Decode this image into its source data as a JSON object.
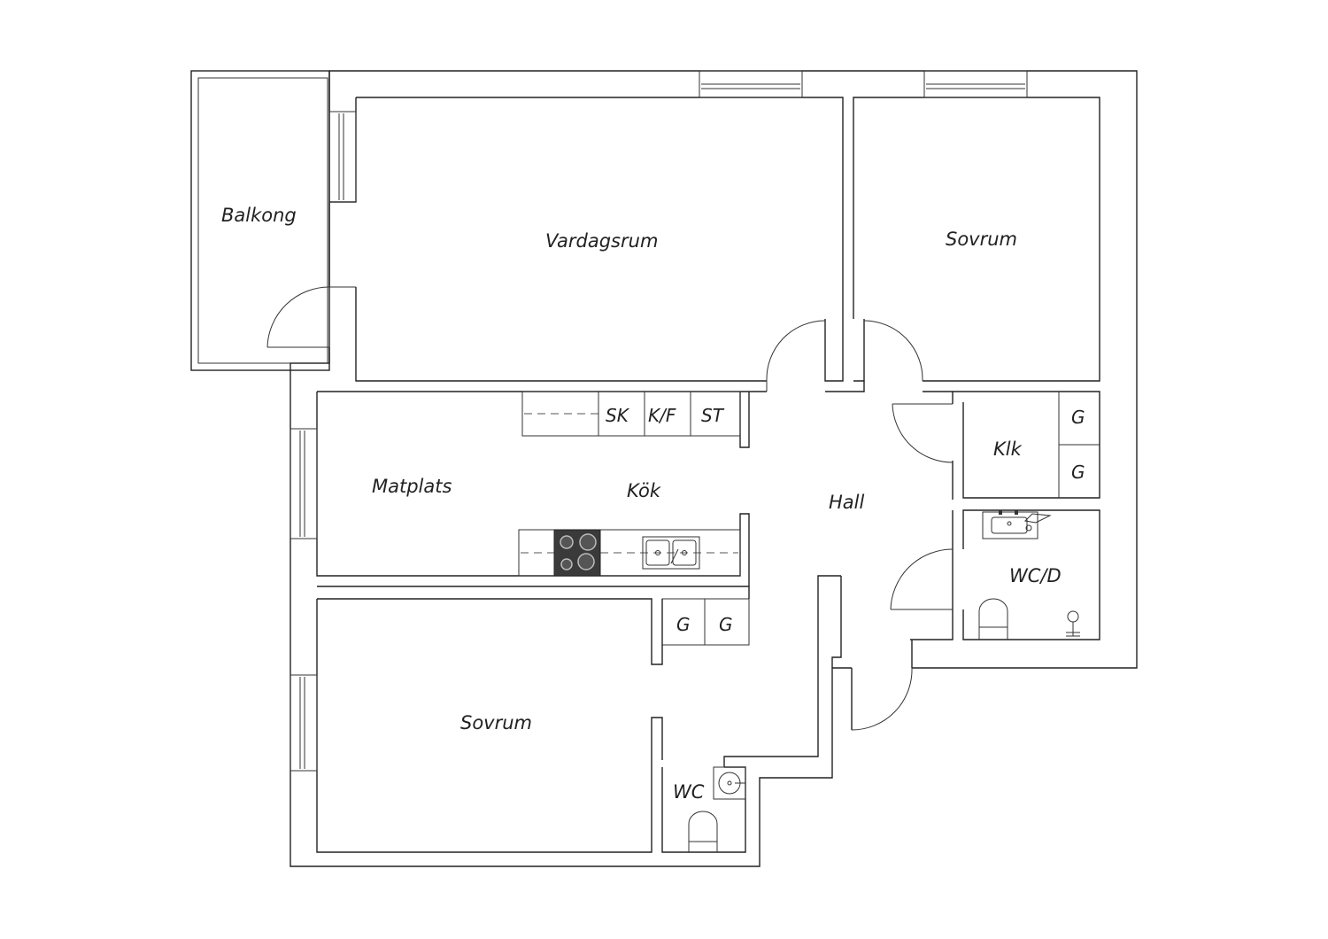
{
  "floorplan": {
    "rooms": {
      "balkong": "Balkong",
      "vardagsrum": "Vardagsrum",
      "sovrum_top": "Sovrum",
      "matplats": "Matplats",
      "kok": "Kök",
      "hall": "Hall",
      "klk": "Klk",
      "wcd": "WC/D",
      "sovrum_bottom": "Sovrum",
      "wc": "WC"
    },
    "fixtures": {
      "sk": "SK",
      "kf": "K/F",
      "st": "ST",
      "g_klk_top": "G",
      "g_klk_bottom": "G",
      "g_hall_left": "G",
      "g_hall_right": "G"
    },
    "colors": {
      "wall": "#222222",
      "stove": "#3a3a3a",
      "background": "#ffffff"
    }
  }
}
